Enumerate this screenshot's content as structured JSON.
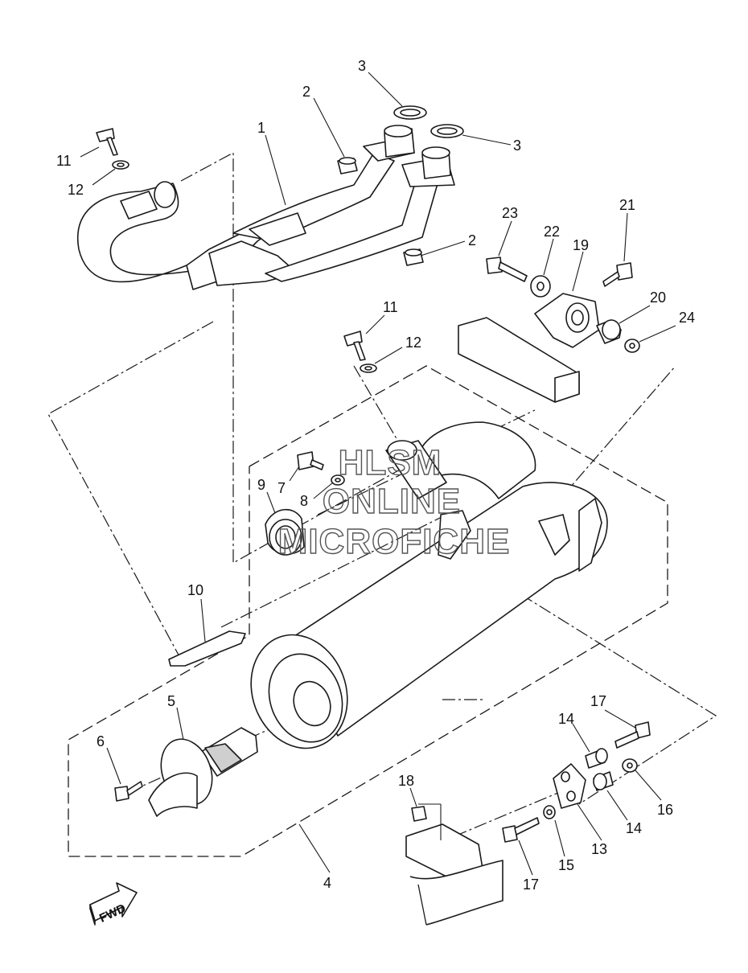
{
  "watermark": {
    "line1": "HLSM",
    "line2": "ONLINE",
    "line3": "MICROFICHE"
  },
  "fwd_label": "FWD",
  "callouts": {
    "c1": "1",
    "c2a": "2",
    "c2b": "2",
    "c3a": "3",
    "c3b": "3",
    "c4": "4",
    "c5": "5",
    "c6": "6",
    "c7": "7",
    "c8": "8",
    "c9": "9",
    "c10": "10",
    "c11a": "11",
    "c11b": "11",
    "c12a": "12",
    "c12b": "12",
    "c13": "13",
    "c14a": "14",
    "c14b": "14",
    "c15": "15",
    "c16": "16",
    "c17a": "17",
    "c17b": "17",
    "c18": "18",
    "c19": "19",
    "c20": "20",
    "c21": "21",
    "c22": "22",
    "c23": "23",
    "c24": "24"
  }
}
